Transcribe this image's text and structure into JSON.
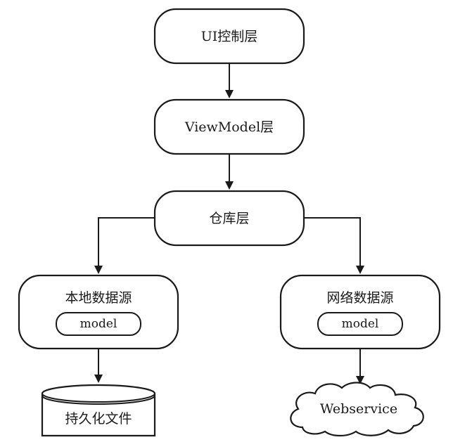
{
  "nodes": {
    "ui_layer": "UI控制层",
    "viewmodel_layer": "ViewModel层",
    "repository_layer": "仓库层",
    "local_source": {
      "title": "本地数据源",
      "inner": "model"
    },
    "remote_source": {
      "title": "网络数据源",
      "inner": "model"
    },
    "persistence": "持久化文件",
    "webservice": "Webservice"
  },
  "edges": [
    {
      "from": "ui_layer",
      "to": "viewmodel_layer"
    },
    {
      "from": "viewmodel_layer",
      "to": "repository_layer"
    },
    {
      "from": "repository_layer",
      "to": "local_source"
    },
    {
      "from": "repository_layer",
      "to": "remote_source"
    },
    {
      "from": "local_source",
      "to": "persistence"
    },
    {
      "from": "remote_source",
      "to": "webservice"
    }
  ]
}
